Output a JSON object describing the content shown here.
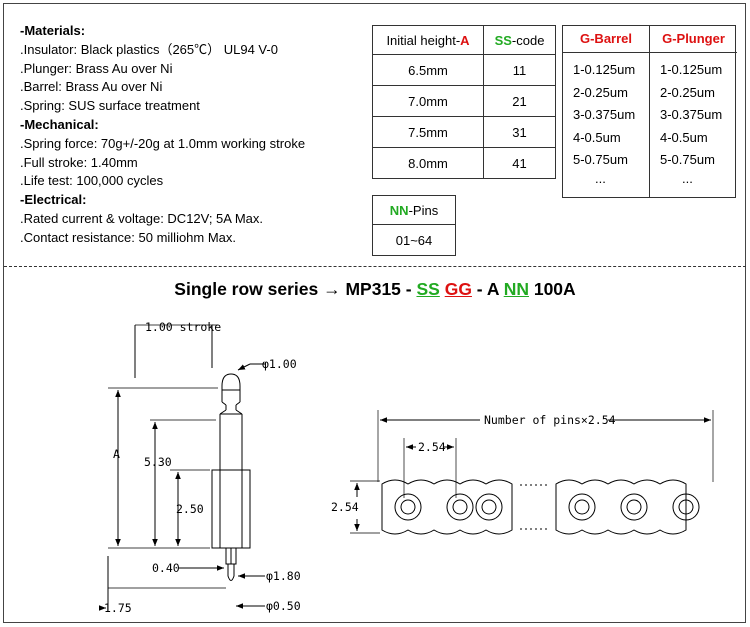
{
  "specs": {
    "materials_head": "-Materials:",
    "insulator": ".Insulator: Black plastics（265℃） UL94 V-0",
    "plunger": ".Plunger: Brass Au over Ni",
    "barrel": ".Barrel: Brass Au over Ni",
    "spring": ".Spring: SUS surface treatment",
    "mechanical_head": "-Mechanical:",
    "spring_force": ".Spring force: 70g+/-20g at 1.0mm working stroke",
    "full_stroke": ".Full stroke: 1.40mm",
    "life_test": ".Life test: 100,000 cycles",
    "electrical_head": "-Electrical:",
    "rated": ".Rated current & voltage: DC12V; 5A Max.",
    "contact": ".Contact resistance: 50 milliohm Max."
  },
  "height_table": {
    "h1_prefix": "Initial height-",
    "h1_letter": "A",
    "h2_code": "SS",
    "h2_suffix": "-code",
    "rows": [
      {
        "height": "6.5mm",
        "code": "11"
      },
      {
        "height": "7.0mm",
        "code": "21"
      },
      {
        "height": "7.5mm",
        "code": "31"
      },
      {
        "height": "8.0mm",
        "code": "41"
      }
    ]
  },
  "pins_table": {
    "nn": "NN",
    "suffix": "-Pins",
    "value": "01~64"
  },
  "g_table": {
    "barrel_head": "G-Barrel",
    "plunger_head": "G-Plunger",
    "barrel": [
      "1-0.125um",
      "2-0.25um",
      "3-0.375um",
      "4-0.5um",
      "5-0.75um",
      "..."
    ],
    "plunger": [
      "1-0.125um",
      "2-0.25um",
      "3-0.375um",
      "4-0.5um",
      "5-0.75um",
      "..."
    ]
  },
  "title": {
    "prefix": "Single row series → MP315 - ",
    "ss": "SS",
    "gg": "GG",
    "mid": " - A ",
    "nn": "NN",
    "suffix": " 100A"
  },
  "drawing": {
    "stroke": "1.00 stroke",
    "d_tip": "φ1.00",
    "dim_a": "A",
    "dim_530": "5.30",
    "dim_250": "2.50",
    "dim_040": "0.40",
    "d_tail": "φ1.80",
    "dim_175": "1.75",
    "d_pin": "φ0.50",
    "pins_label": "Number of pins×2.54",
    "pitch": "2.54",
    "height": "2.54"
  },
  "colors": {
    "green": "#22aa22",
    "red": "#dd1111"
  }
}
